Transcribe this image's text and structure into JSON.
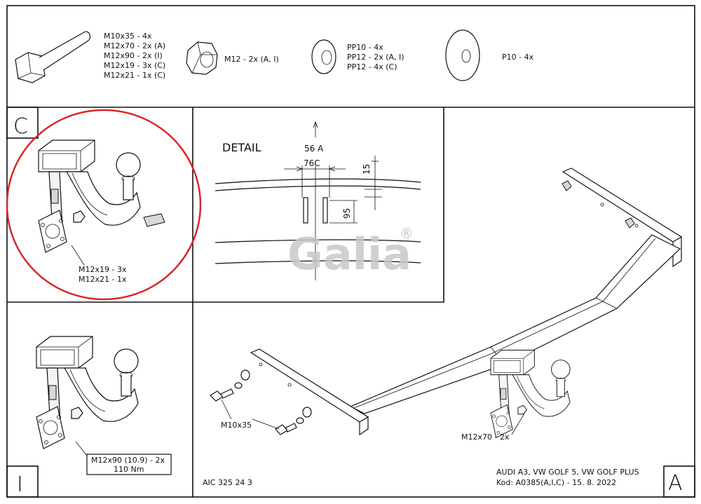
{
  "hardware": {
    "bolt_lines": [
      "M10x35 - 4x",
      "M12x70 - 2x (A)",
      "M12x90 - 2x (I)",
      "M12x19 - 3x (C)",
      "M12x21 - 1x (C)"
    ],
    "nut_line": "M12 - 2x (A, I)",
    "washer_lines": [
      "PP10 - 4x",
      "PP12 - 2x (A, I)",
      "PP12 - 4x (C)"
    ],
    "large_washer_line": "P10 - 4x"
  },
  "panel_c": {
    "letter": "C",
    "lines": [
      "M12x19 - 3x",
      "M12x21 - 1x"
    ],
    "highlight_color": "#d9262a"
  },
  "detail": {
    "title": "DETAIL",
    "load": "56 A",
    "size_76": "76C",
    "dim_15": "15",
    "dim_95": "95"
  },
  "watermark": {
    "text": "Galia",
    "mark": "®",
    "color": "#c8c8c8"
  },
  "panel_i": {
    "letter": "I",
    "box_lines": [
      "M12x90 (10.9) - 2x",
      "110 Nm"
    ]
  },
  "panel_a": {
    "letter": "A",
    "bolt_label": "M10x35",
    "bolt_label_2": "M12x70 - 2x",
    "vehicle": "AUDI A3, VW GOLF 5, VW GOLF PLUS",
    "code": "Kod: A0385(A,I,C) - 15. 8. 2022"
  },
  "footer": {
    "ref": "AIC 325 24 3"
  }
}
